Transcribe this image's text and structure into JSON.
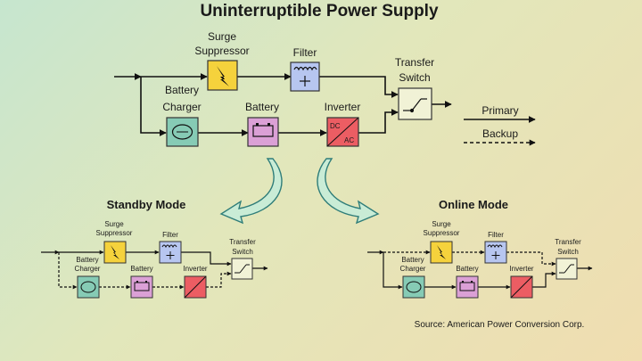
{
  "title": "Uninterruptible Power Supply",
  "source": "Source: American Power Conversion Corp.",
  "main": {
    "surge_label_1": "Surge",
    "surge_label_2": "Suppressor",
    "filter_label": "Filter",
    "battery_charger_label_1": "Battery",
    "battery_charger_label_2": "Charger",
    "battery_label": "Battery",
    "inverter_label": "Inverter",
    "transfer_label_1": "Transfer",
    "transfer_label_2": "Switch",
    "inverter_text_1": "DC",
    "inverter_text_2": "AC"
  },
  "legend": {
    "primary": "Primary",
    "backup": "Backup"
  },
  "modes": {
    "standby": "Standby Mode",
    "online": "Online Mode"
  },
  "colors": {
    "surge": "#f5d23c",
    "filter": "#b7c6f0",
    "charger": "#86cbb5",
    "battery": "#dba0d6",
    "inverter": "#ec5d63",
    "transfer": "#f1f2d6",
    "arrow_fill": "#c9ecd6",
    "arrow_stroke": "#2f7d79"
  }
}
